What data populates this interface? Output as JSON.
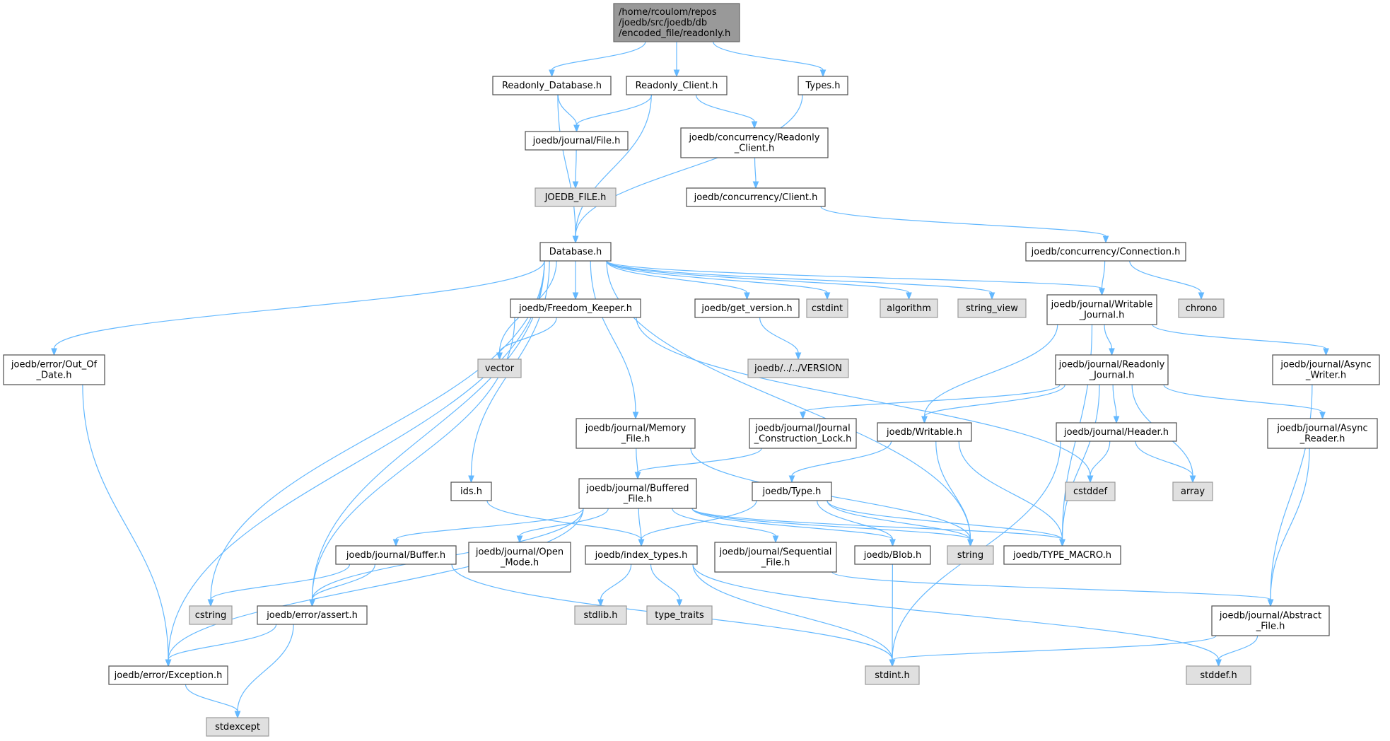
{
  "graph": {
    "colors": {
      "edge": "#63b8ff",
      "main_fill": "#999999",
      "local_fill": "#ffffff",
      "system_fill": "#e0e0e0",
      "border": "#4d4d4d"
    },
    "nodes": [
      {
        "id": "root",
        "kind": "main",
        "lines": [
          "/home/rcoulom/repos",
          "/joedb/src/joedb/db",
          "/encoded_file/readonly.h"
        ]
      },
      {
        "id": "readonly_database",
        "kind": "local",
        "lines": [
          "Readonly_Database.h"
        ]
      },
      {
        "id": "readonly_client",
        "kind": "local",
        "lines": [
          "Readonly_Client.h"
        ]
      },
      {
        "id": "types",
        "kind": "local",
        "lines": [
          "Types.h"
        ]
      },
      {
        "id": "journal_file",
        "kind": "local",
        "lines": [
          "joedb/journal/File.h"
        ]
      },
      {
        "id": "joedb_file",
        "kind": "system",
        "lines": [
          "JOEDB_FILE.h"
        ]
      },
      {
        "id": "concurrency_readonly_client",
        "kind": "local",
        "lines": [
          "joedb/concurrency/Readonly",
          "_Client.h"
        ]
      },
      {
        "id": "concurrency_client",
        "kind": "local",
        "lines": [
          "joedb/concurrency/Client.h"
        ]
      },
      {
        "id": "database",
        "kind": "local",
        "lines": [
          "Database.h"
        ]
      },
      {
        "id": "concurrency_connection",
        "kind": "local",
        "lines": [
          "joedb/concurrency/Connection.h"
        ]
      },
      {
        "id": "chrono",
        "kind": "system",
        "lines": [
          "chrono"
        ]
      },
      {
        "id": "freedom_keeper",
        "kind": "local",
        "lines": [
          "joedb/Freedom_Keeper.h"
        ]
      },
      {
        "id": "get_version",
        "kind": "local",
        "lines": [
          "joedb/get_version.h"
        ]
      },
      {
        "id": "cstdint",
        "kind": "system",
        "lines": [
          "cstdint"
        ]
      },
      {
        "id": "algorithm",
        "kind": "system",
        "lines": [
          "algorithm"
        ]
      },
      {
        "id": "string_view",
        "kind": "system",
        "lines": [
          "string_view"
        ]
      },
      {
        "id": "writable_journal",
        "kind": "local",
        "lines": [
          "joedb/journal/Writable",
          "_Journal.h"
        ]
      },
      {
        "id": "out_of_date",
        "kind": "local",
        "lines": [
          "joedb/error/Out_Of",
          "_Date.h"
        ]
      },
      {
        "id": "vector",
        "kind": "system",
        "lines": [
          "vector"
        ]
      },
      {
        "id": "version",
        "kind": "system",
        "lines": [
          "joedb/../../VERSION"
        ]
      },
      {
        "id": "readonly_journal",
        "kind": "local",
        "lines": [
          "joedb/journal/Readonly",
          "_Journal.h"
        ]
      },
      {
        "id": "async_writer",
        "kind": "local",
        "lines": [
          "joedb/journal/Async",
          "_Writer.h"
        ]
      },
      {
        "id": "memory_file",
        "kind": "local",
        "lines": [
          "joedb/journal/Memory",
          "_File.h"
        ]
      },
      {
        "id": "journal_construction_lock",
        "kind": "local",
        "lines": [
          "joedb/journal/Journal",
          "_Construction_Lock.h"
        ]
      },
      {
        "id": "writable",
        "kind": "local",
        "lines": [
          "joedb/Writable.h"
        ]
      },
      {
        "id": "header",
        "kind": "local",
        "lines": [
          "joedb/journal/Header.h"
        ]
      },
      {
        "id": "async_reader",
        "kind": "local",
        "lines": [
          "joedb/journal/Async",
          "_Reader.h"
        ]
      },
      {
        "id": "ids",
        "kind": "local",
        "lines": [
          "ids.h"
        ]
      },
      {
        "id": "buffered_file",
        "kind": "local",
        "lines": [
          "joedb/journal/Buffered",
          "_File.h"
        ]
      },
      {
        "id": "type",
        "kind": "local",
        "lines": [
          "joedb/Type.h"
        ]
      },
      {
        "id": "cstddef",
        "kind": "system",
        "lines": [
          "cstddef"
        ]
      },
      {
        "id": "array",
        "kind": "system",
        "lines": [
          "array"
        ]
      },
      {
        "id": "buffer",
        "kind": "local",
        "lines": [
          "joedb/journal/Buffer.h"
        ]
      },
      {
        "id": "open_mode",
        "kind": "local",
        "lines": [
          "joedb/journal/Open",
          "_Mode.h"
        ]
      },
      {
        "id": "index_types",
        "kind": "local",
        "lines": [
          "joedb/index_types.h"
        ]
      },
      {
        "id": "sequential_file",
        "kind": "local",
        "lines": [
          "joedb/journal/Sequential",
          "_File.h"
        ]
      },
      {
        "id": "blob",
        "kind": "local",
        "lines": [
          "joedb/Blob.h"
        ]
      },
      {
        "id": "string",
        "kind": "system",
        "lines": [
          "string"
        ]
      },
      {
        "id": "type_macro",
        "kind": "local",
        "lines": [
          "joedb/TYPE_MACRO.h"
        ]
      },
      {
        "id": "cstring",
        "kind": "system",
        "lines": [
          "cstring"
        ]
      },
      {
        "id": "assert",
        "kind": "local",
        "lines": [
          "joedb/error/assert.h"
        ]
      },
      {
        "id": "stdlib",
        "kind": "system",
        "lines": [
          "stdlib.h"
        ]
      },
      {
        "id": "type_traits",
        "kind": "system",
        "lines": [
          "type_traits"
        ]
      },
      {
        "id": "abstract_file",
        "kind": "local",
        "lines": [
          "joedb/journal/Abstract",
          "_File.h"
        ]
      },
      {
        "id": "exception",
        "kind": "local",
        "lines": [
          "joedb/error/Exception.h"
        ]
      },
      {
        "id": "stdint",
        "kind": "system",
        "lines": [
          "stdint.h"
        ]
      },
      {
        "id": "stddef",
        "kind": "system",
        "lines": [
          "stddef.h"
        ]
      },
      {
        "id": "stdexcept",
        "kind": "system",
        "lines": [
          "stdexcept"
        ]
      }
    ],
    "edges": [
      [
        "root",
        "readonly_database"
      ],
      [
        "root",
        "readonly_client"
      ],
      [
        "root",
        "types"
      ],
      [
        "readonly_database",
        "journal_file"
      ],
      [
        "readonly_database",
        "database"
      ],
      [
        "readonly_client",
        "journal_file"
      ],
      [
        "readonly_client",
        "concurrency_readonly_client"
      ],
      [
        "readonly_client",
        "database"
      ],
      [
        "types",
        "database"
      ],
      [
        "journal_file",
        "joedb_file"
      ],
      [
        "concurrency_readonly_client",
        "concurrency_client"
      ],
      [
        "concurrency_client",
        "concurrency_connection"
      ],
      [
        "concurrency_connection",
        "writable_journal"
      ],
      [
        "concurrency_connection",
        "chrono"
      ],
      [
        "database",
        "out_of_date"
      ],
      [
        "database",
        "exception"
      ],
      [
        "database",
        "cstring"
      ],
      [
        "database",
        "assert"
      ],
      [
        "database",
        "ids"
      ],
      [
        "database",
        "vector"
      ],
      [
        "database",
        "memory_file"
      ],
      [
        "database",
        "freedom_keeper"
      ],
      [
        "database",
        "string"
      ],
      [
        "database",
        "get_version"
      ],
      [
        "database",
        "cstdint"
      ],
      [
        "database",
        "algorithm"
      ],
      [
        "database",
        "string_view"
      ],
      [
        "database",
        "writable_journal"
      ],
      [
        "freedom_keeper",
        "vector"
      ],
      [
        "freedom_keeper",
        "assert"
      ],
      [
        "freedom_keeper",
        "cstddef"
      ],
      [
        "get_version",
        "version"
      ],
      [
        "writable_journal",
        "readonly_journal"
      ],
      [
        "writable_journal",
        "async_writer"
      ],
      [
        "writable_journal",
        "writable"
      ],
      [
        "writable_journal",
        "type_macro"
      ],
      [
        "readonly_journal",
        "journal_construction_lock"
      ],
      [
        "readonly_journal",
        "writable"
      ],
      [
        "readonly_journal",
        "header"
      ],
      [
        "readonly_journal",
        "array"
      ],
      [
        "readonly_journal",
        "async_reader"
      ],
      [
        "readonly_journal",
        "type_macro"
      ],
      [
        "async_writer",
        "abstract_file"
      ],
      [
        "memory_file",
        "buffered_file"
      ],
      [
        "memory_file",
        "string"
      ],
      [
        "journal_construction_lock",
        "buffered_file"
      ],
      [
        "writable",
        "type"
      ],
      [
        "writable",
        "string"
      ],
      [
        "writable",
        "type_macro"
      ],
      [
        "header",
        "cstddef"
      ],
      [
        "header",
        "array"
      ],
      [
        "header",
        "stdint"
      ],
      [
        "async_reader",
        "abstract_file"
      ],
      [
        "ids",
        "index_types"
      ],
      [
        "buffered_file",
        "buffer"
      ],
      [
        "buffered_file",
        "open_mode"
      ],
      [
        "buffered_file",
        "index_types"
      ],
      [
        "buffered_file",
        "sequential_file"
      ],
      [
        "buffered_file",
        "blob"
      ],
      [
        "buffered_file",
        "string"
      ],
      [
        "buffered_file",
        "type_macro"
      ],
      [
        "buffered_file",
        "assert"
      ],
      [
        "buffered_file",
        "exception"
      ],
      [
        "type",
        "index_types"
      ],
      [
        "type",
        "blob"
      ],
      [
        "type",
        "string"
      ],
      [
        "type",
        "type_macro"
      ],
      [
        "buffer",
        "cstring"
      ],
      [
        "buffer",
        "assert"
      ],
      [
        "buffer",
        "stdint"
      ],
      [
        "index_types",
        "stdlib"
      ],
      [
        "index_types",
        "type_traits"
      ],
      [
        "index_types",
        "stdint"
      ],
      [
        "index_types",
        "stddef"
      ],
      [
        "sequential_file",
        "abstract_file"
      ],
      [
        "blob",
        "stdint"
      ],
      [
        "assert",
        "exception"
      ],
      [
        "assert",
        "stdexcept"
      ],
      [
        "abstract_file",
        "stdint"
      ],
      [
        "abstract_file",
        "stddef"
      ],
      [
        "out_of_date",
        "exception"
      ],
      [
        "exception",
        "stdexcept"
      ]
    ]
  }
}
